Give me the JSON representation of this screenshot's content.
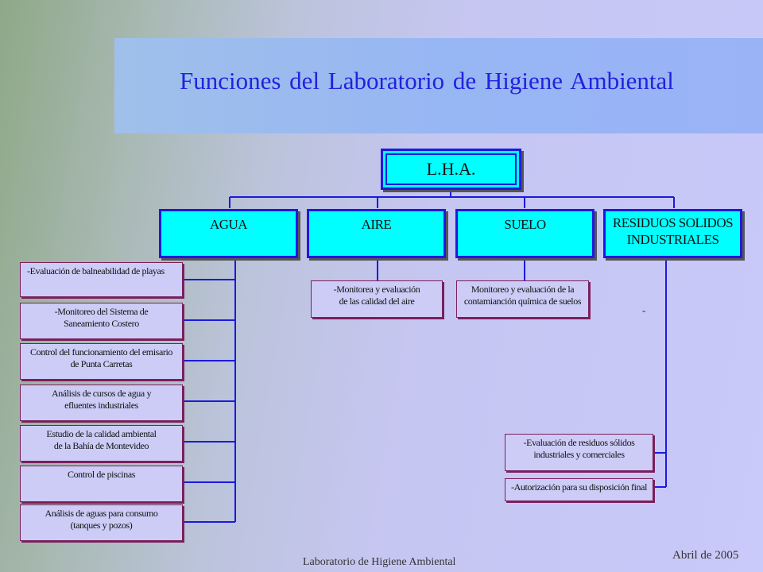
{
  "title": "Funciones del Laboratorio de Higiene Ambiental",
  "root": "L.H.A.",
  "departments": {
    "agua": "AGUA",
    "aire": "AIRE",
    "suelo": "SUELO",
    "residuos": [
      "RESIDUOS SOLIDOS",
      "INDUSTRIALES"
    ]
  },
  "agua_items": [
    [
      "-Evaluación de balneabilidad de playas"
    ],
    [
      "-Monitoreo del Sistema de",
      "Saneamiento Costero"
    ],
    [
      "Control del funcionamiento del emisario",
      "de Punta Carretas"
    ],
    [
      "Análisis de cursos de agua y",
      "efluentes industriales"
    ],
    [
      "Estudio de la calidad ambiental",
      "de la Bahía de Montevideo"
    ],
    [
      "Control de piscinas"
    ],
    [
      "Análisis de aguas para consumo",
      "(tanques y pozos)"
    ]
  ],
  "aire_item": [
    "-Monitorea y evaluación",
    "de las calidad del aire"
  ],
  "suelo_item": [
    "Monitoreo y evaluación de la",
    "contamianción química de suelos"
  ],
  "residuos_items": [
    [
      "-Evaluación de residuos sólidos",
      "industriales y comerciales"
    ],
    [
      "-Autorización para su disposición final"
    ]
  ],
  "residuos_dash": "-",
  "colors": {
    "title_text": "#2222dd",
    "connector": "#1a1ae0",
    "department_fill": "#00ffff",
    "item_border": "#7a1f5c"
  },
  "footer": {
    "center": "Laboratorio de Higiene Ambiental",
    "right": "Abril de 2005"
  }
}
